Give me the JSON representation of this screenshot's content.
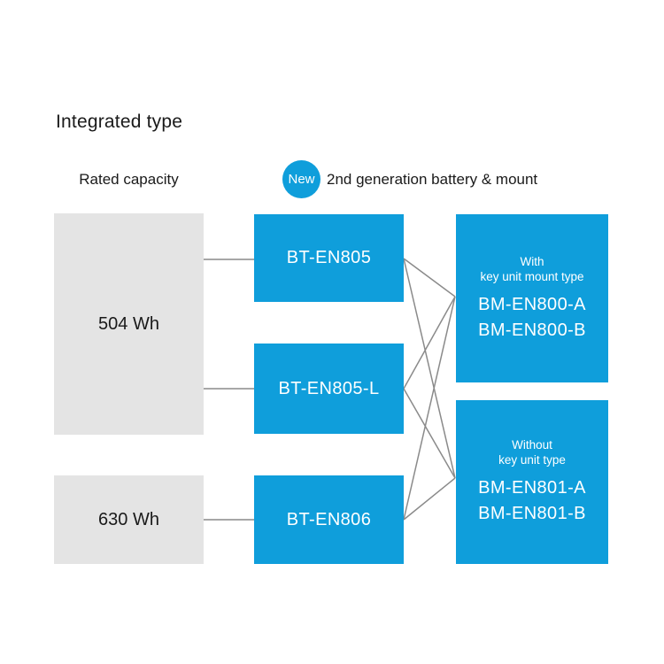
{
  "title": "Integrated type",
  "capacity_header": "Rated capacity",
  "badge": {
    "label": "New",
    "text": "2nd generation battery & mount"
  },
  "colors": {
    "accent_blue": "#0f9edb",
    "capacity_gray": "#e4e4e4",
    "connector_gray": "#8a8a8a",
    "text_dark": "#1a1a1a",
    "text_on_blue": "#ffffff"
  },
  "capacities": [
    {
      "label": "504 Wh"
    },
    {
      "label": "630 Wh"
    }
  ],
  "batteries": [
    {
      "label": "BT-EN805"
    },
    {
      "label": "BT-EN805-L"
    },
    {
      "label": "BT-EN806"
    }
  ],
  "mounts": [
    {
      "type_line1": "With",
      "type_line2": "key unit mount type",
      "models": [
        "BM-EN800-A",
        "BM-EN800-B"
      ]
    },
    {
      "type_line1": "Without",
      "type_line2": "key unit type",
      "models": [
        "BM-EN801-A",
        "BM-EN801-B"
      ]
    }
  ],
  "connections": [
    {
      "from": "504 Wh",
      "to": "BT-EN805"
    },
    {
      "from": "504 Wh",
      "to": "BT-EN805-L"
    },
    {
      "from": "630 Wh",
      "to": "BT-EN806"
    },
    {
      "from": "BT-EN805",
      "to": "BM-EN800-A/B"
    },
    {
      "from": "BT-EN805",
      "to": "BM-EN801-A/B"
    },
    {
      "from": "BT-EN805-L",
      "to": "BM-EN800-A/B"
    },
    {
      "from": "BT-EN805-L",
      "to": "BM-EN801-A/B"
    },
    {
      "from": "BT-EN806",
      "to": "BM-EN800-A/B"
    },
    {
      "from": "BT-EN806",
      "to": "BM-EN801-A/B"
    }
  ]
}
